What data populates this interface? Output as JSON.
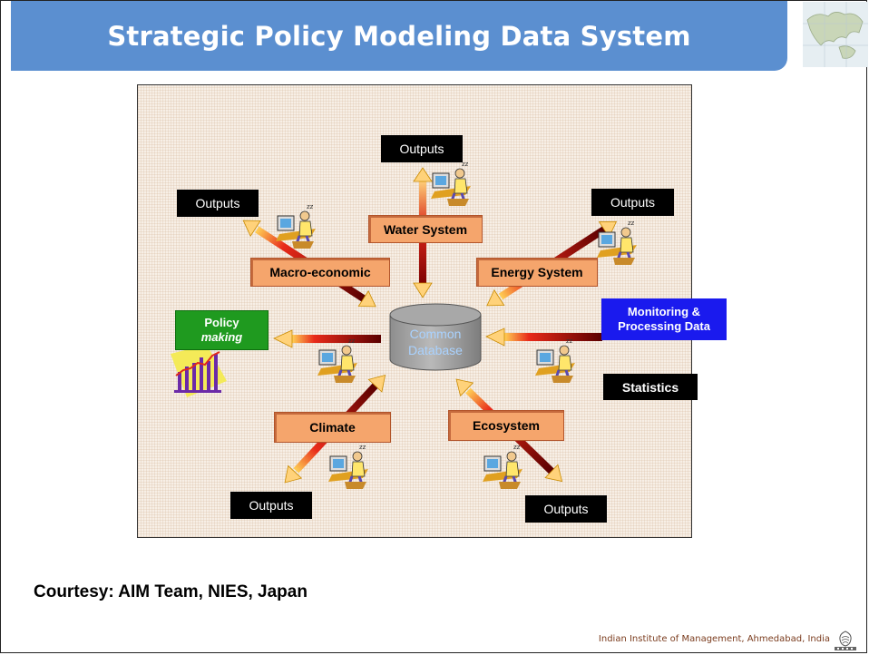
{
  "title": "Strategic Policy Modeling Data System",
  "diagram": {
    "outputs_top": "Outputs",
    "outputs_top_left": "Outputs",
    "outputs_top_right": "Outputs",
    "outputs_bottom_left": "Outputs",
    "outputs_bottom_right": "Outputs",
    "water_system": "Water System",
    "macro_economic": "Macro-economic",
    "energy_system": "Energy System",
    "climate": "Climate",
    "ecosystem": "Ecosystem",
    "common_database_line1": "Common",
    "common_database_line2": "Database",
    "policy_making_line1": "Policy",
    "policy_making_line2": "making",
    "monitoring_line1": "Monitoring &",
    "monitoring_line2": "Processing Data",
    "statistics": "Statistics"
  },
  "courtesy": "Courtesy:  AIM Team, NIES, Japan",
  "footer": "Indian Institute of Management, Ahmedabad, India",
  "colors": {
    "title_bar": "#5b8fd0",
    "system_box": "#f5a56c",
    "policy_box": "#1f9a1f",
    "monitoring_box": "#1a1aee",
    "arrow_dark": "#7a0000",
    "arrow_light": "#ffd27a"
  }
}
